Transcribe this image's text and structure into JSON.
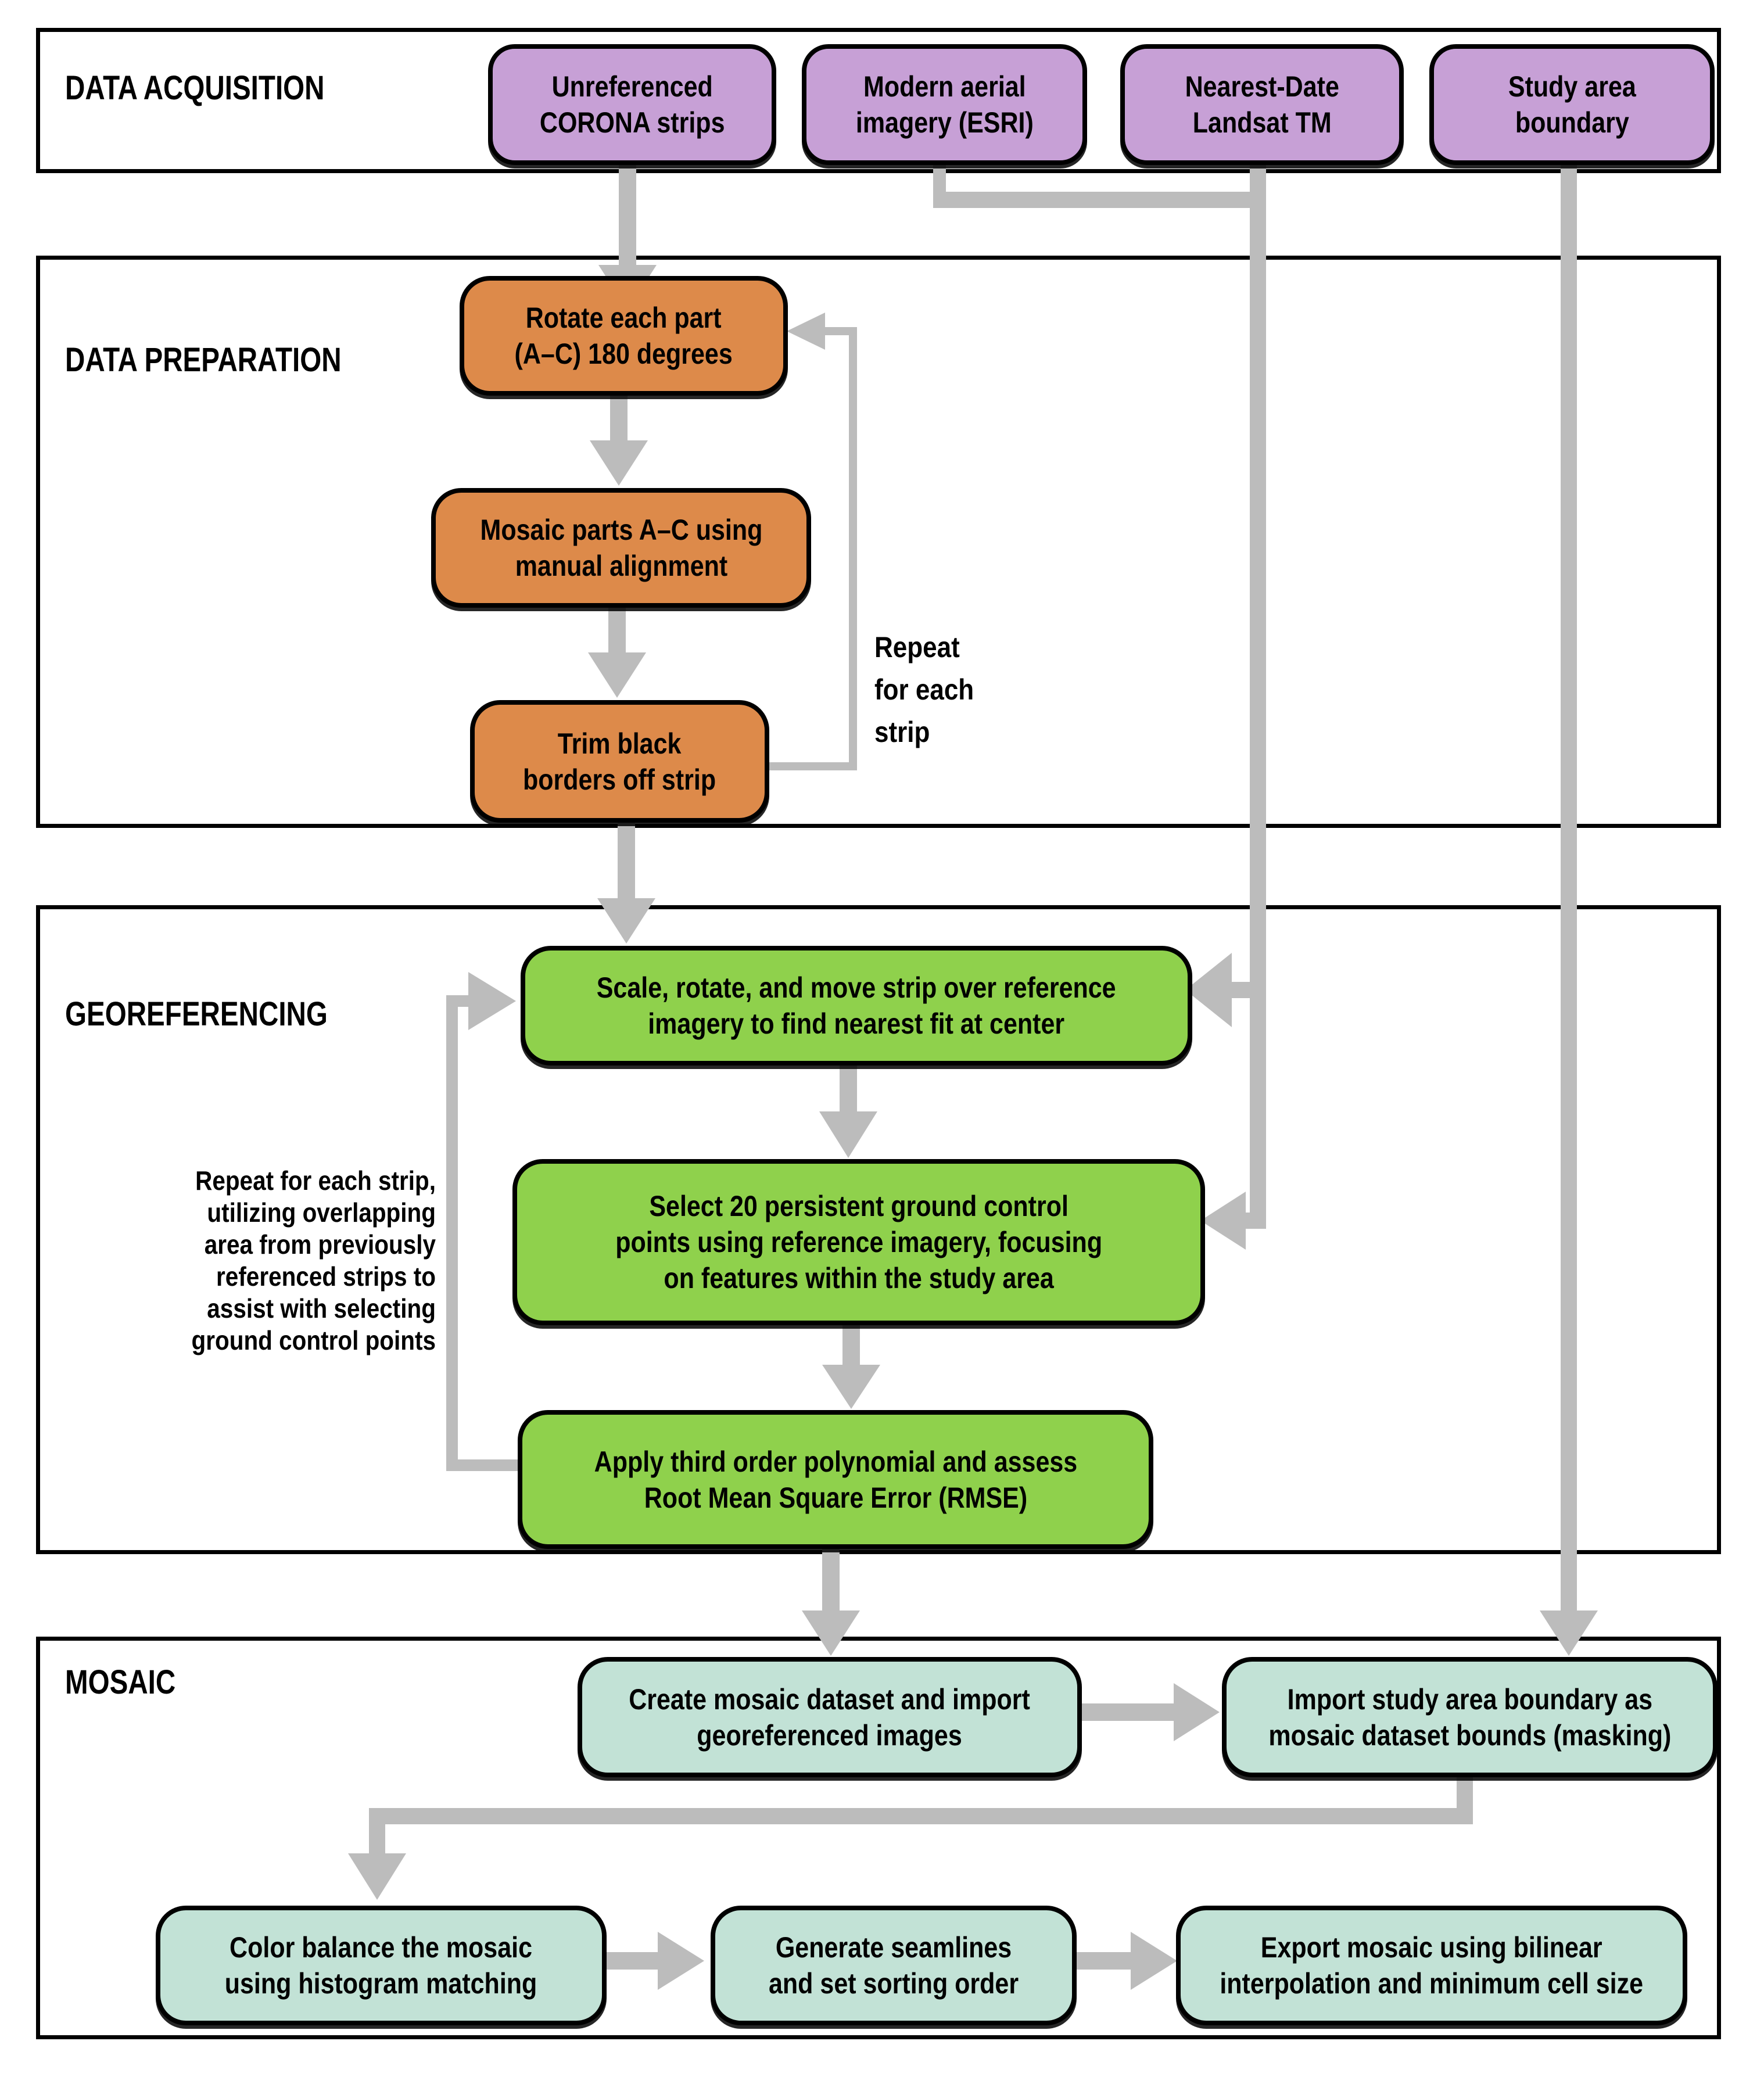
{
  "colors": {
    "purple": "#c7a0d6",
    "orange": "#dd8a4a",
    "green": "#8fd14c",
    "teal": "#c2e2d6",
    "arrow": "#bcbcbc",
    "ink": "#000000",
    "paper": "#ffffff"
  },
  "sections": {
    "acquisition": {
      "label": "DATA ACQUISITION",
      "boxes": {
        "corona": [
          "Unreferenced",
          "CORONA strips"
        ],
        "modern_aerial": [
          "Modern aerial",
          "imagery (ESRI)"
        ],
        "landsat": [
          "Nearest-Date",
          "Landsat TM"
        ],
        "study_area": [
          "Study area",
          "boundary"
        ]
      }
    },
    "preparation": {
      "label": "DATA PREPARATION",
      "boxes": {
        "rotate": [
          "Rotate each part",
          "(A–C) 180 degrees"
        ],
        "mosaic_parts": [
          "Mosaic parts A–C using",
          "manual alignment"
        ],
        "trim": [
          "Trim black",
          "borders off strip"
        ]
      },
      "note": [
        "Repeat",
        "for each",
        "strip"
      ]
    },
    "georeferencing": {
      "label": "GEOREFERENCING",
      "boxes": {
        "scale_rotate": [
          "Scale, rotate, and move strip over reference",
          "imagery to find nearest fit at center"
        ],
        "select_gcp": [
          "Select 20 persistent ground control",
          "points using reference imagery, focusing",
          "on features within the study area"
        ],
        "apply_polynomial": [
          "Apply third order polynomial and assess",
          "Root Mean Square Error (RMSE)"
        ]
      },
      "note": [
        "Repeat for each strip,",
        "utilizing overlapping",
        "area from previously",
        "referenced strips to",
        "assist with selecting",
        "ground control points"
      ]
    },
    "mosaic": {
      "label": "MOSAIC",
      "boxes": {
        "create_dataset": [
          "Create mosaic dataset and import",
          "georeferenced images"
        ],
        "import_boundary": [
          "Import study area boundary as",
          "mosaic dataset bounds (masking)"
        ],
        "color_balance": [
          "Color balance the mosaic",
          "using histogram matching"
        ],
        "seamlines": [
          "Generate seamlines",
          "and set sorting order"
        ],
        "export": [
          "Export mosaic using bilinear",
          "interpolation and minimum cell size"
        ]
      }
    }
  }
}
